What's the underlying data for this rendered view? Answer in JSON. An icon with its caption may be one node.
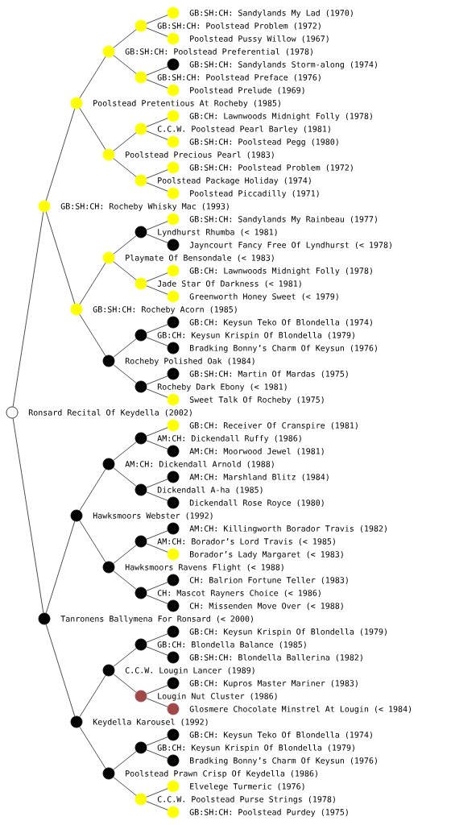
{
  "diagram": {
    "nodes": [
      {
        "text": [],
        "shape": "circle",
        "beside": [
          "GB:SH:CH: Sandylands My Lad (1970)"
        ]
      },
      {
        "text": [],
        "shape": "circle"
      },
      {
        "text": [],
        "shape": "circle",
        "beside": [
          "Poolstead Pussy Willow (1967)"
        ]
      },
      {
        "text": [],
        "shape": "circle"
      },
      {
        "text": [],
        "shape": "circle",
        "beside": [
          "GB:SH:CH: Sandylands Storm-along (1974)"
        ]
      },
      {
        "text": [],
        "shape": "circle"
      },
      {
        "text": [],
        "shape": "circle",
        "beside": [
          "Poolstead Prelude (1969)"
        ]
      },
      {
        "text": [],
        "shape": "circle"
      },
      {
        "text": [],
        "shape": "circle",
        "beside": [
          "GB:CH: Lawnwoods Midnight Folly (1978)"
        ]
      },
      {
        "text": [],
        "shape": "circle"
      },
      {
        "text": [],
        "shape": "circle",
        "beside": [
          "GB:SH:CH: Poolstead Pegg (1980)"
        ]
      },
      {
        "text": [],
        "shape": "circle"
      },
      {
        "text": [],
        "shape": "circle",
        "beside": [
          "GB:SH:CH: Poolstead Problem (1972)"
        ]
      },
      {
        "text": [],
        "shape": "circle"
      },
      {
        "text": [],
        "shape": "circle",
        "beside": [
          "Poolstead Piccadilly (1971)"
        ]
      },
      {
        "text": [],
        "shape": "circle"
      },
      {
        "text": [],
        "shape": "circle",
        "beside": [
          "GB:SH:CH: Sandylands My Rainbeau (1977)"
        ]
      },
      {
        "text": [],
        "shape": "circle"
      },
      {
        "text": [],
        "shape": "circle",
        "beside": [
          "Jayncourt Fancy Free Of Lyndhurst (< 1978)"
        ]
      },
      {
        "text": [],
        "shape": "circle"
      },
      {
        "text": [],
        "shape": "circle",
        "beside": [
          "GB:CH: Lawnwoods Midnight Folly (1978)"
        ]
      },
      {
        "text": [],
        "shape": "circle"
      },
      {
        "text": [],
        "shape": "circle",
        "beside": [
          "Greenworth Honey Sweet (< 1979)"
        ]
      },
      {
        "text": [],
        "shape": "circle"
      },
      {
        "text": [],
        "shape": "circle",
        "beside": [
          "GB:CH: Keysun Teko Of Blondella (1974)"
        ]
      },
      {
        "text": [],
        "shape": "circle"
      },
      {
        "text": [],
        "shape": "circle",
        "beside": [
          "Bradking Bonny’s Charm Of Keysun (1976)"
        ]
      },
      {
        "text": [],
        "shape": "circle"
      },
      {
        "text": [],
        "shape": "circle",
        "beside": [
          "GB:SH:CH: Martin Of Mardas (1975)"
        ]
      },
      {
        "text": [],
        "shape": "circle"
      },
      {
        "text": [],
        "shape": "circle",
        "beside": [
          "Sweet Talk Of Rocheby (1975)"
        ]
      },
      {
        "text": [],
        "shape": "circle"
      },
      {
        "text": [],
        "shape": "circle",
        "beside": [
          "GB:CH: Receiver Of Cranspire (1981)"
        ]
      },
      {
        "text": [],
        "shape": "circle"
      },
      {
        "text": [],
        "shape": "circle",
        "beside": [
          "AM:CH: Moorwood Jewel (1981)"
        ]
      },
      {
        "text": [],
        "shape": "circle"
      },
      {
        "text": [],
        "shape": "circle",
        "beside": [
          "AM:CH: Marshland Blitz (1984)"
        ]
      },
      {
        "text": [],
        "shape": "circle"
      },
      {
        "text": [],
        "shape": "circle",
        "beside": [
          "Dickendall Rose Royce (1980)"
        ]
      },
      {
        "text": [],
        "shape": "circle"
      },
      {
        "text": [],
        "shape": "circle",
        "beside": [
          "AM:CH: Killingworth Borador Travis (1982)"
        ]
      },
      {
        "text": [],
        "shape": "circle"
      },
      {
        "text": [],
        "shape": "circle",
        "beside": [
          "Borador’s Lady Margaret (< 1983)"
        ]
      },
      {
        "text": [],
        "shape": "circle"
      },
      {
        "text": [],
        "shape": "circle",
        "beside": [
          "CH: Balrion Fortune Teller (1983)"
        ]
      },
      {
        "text": [],
        "shape": "circle"
      },
      {
        "text": [],
        "shape": "circle",
        "beside": [
          "CH: Missenden Move Over (< 1988)"
        ]
      },
      {
        "text": [],
        "shape": "circle"
      },
      {
        "text": [],
        "shape": "circle",
        "beside": [
          "GB:CH: Keysun Krispin Of Blondella (1979)"
        ]
      },
      {
        "text": [],
        "shape": "circle"
      },
      {
        "text": [],
        "shape": "circle",
        "beside": [
          "GB:SH:CH: Blondella Ballerina (1982)"
        ]
      },
      {
        "text": [],
        "shape": "circle"
      },
      {
        "text": [],
        "shape": "circle",
        "beside": [
          "GB:CH: Kupros Master Mariner (1983)"
        ]
      },
      {
        "text": [],
        "shape": "circle"
      },
      {
        "text": [],
        "shape": "circle",
        "beside": [
          "Glosmere Chocolate Minstrel At Lougin (< 1984)"
        ]
      },
      {
        "text": [],
        "shape": "circle"
      },
      {
        "text": [],
        "shape": "circle",
        "beside": [
          "GB:CH: Keysun Teko Of Blondella (1974)"
        ]
      },
      {
        "text": [],
        "shape": "circle"
      },
      {
        "text": [],
        "shape": "circle",
        "beside": [
          "Bradking Bonny’s Charm Of Keysun (1976)"
        ]
      },
      {
        "text": [],
        "shape": "circle"
      },
      {
        "text": [],
        "shape": "circle",
        "beside": [
          "Elvelege Turmeric (1976)"
        ]
      },
      {
        "text": [],
        "shape": "circle"
      },
      {
        "text": [],
        "shape": "circle",
        "beside": [
          "GB:SH:CH: Poolstead Purdey (1975)"
        ]
      }
    ],
    "edges": [
      {
        "from": 1,
        "to": 0,
        "arrow": "none"
      },
      {
        "from": 3,
        "to": 1,
        "arrow": "none"
      },
      {
        "from": 1,
        "to": 2,
        "arrow": "none"
      },
      {
        "from": 7,
        "to": 3,
        "arrow": "none"
      },
      {
        "from": 5,
        "to": 4,
        "arrow": "none"
      },
      {
        "from": 3,
        "to": 5,
        "arrow": "none"
      },
      {
        "from": 5,
        "to": 6,
        "arrow": "none"
      },
      {
        "from": 15,
        "to": 7,
        "arrow": "none"
      },
      {
        "from": 9,
        "to": 8,
        "arrow": "none"
      },
      {
        "from": 11,
        "to": 9,
        "arrow": "none"
      },
      {
        "from": 9,
        "to": 10,
        "arrow": "none"
      },
      {
        "from": 7,
        "to": 11,
        "arrow": "none"
      },
      {
        "from": 13,
        "to": 12,
        "arrow": "none"
      },
      {
        "from": 11,
        "to": 13,
        "arrow": "none"
      },
      {
        "from": 13,
        "to": 14,
        "arrow": "none"
      },
      {
        "from": 31,
        "to": 15,
        "arrow": "none"
      },
      {
        "from": 17,
        "to": 16,
        "arrow": "none"
      },
      {
        "from": 19,
        "to": 17,
        "arrow": "none"
      },
      {
        "from": 17,
        "to": 18,
        "arrow": "none"
      },
      {
        "from": 23,
        "to": 19,
        "arrow": "none"
      },
      {
        "from": 21,
        "to": 20,
        "arrow": "none"
      },
      {
        "from": 19,
        "to": 21,
        "arrow": "none"
      },
      {
        "from": 21,
        "to": 22,
        "arrow": "none"
      },
      {
        "from": 15,
        "to": 23,
        "arrow": "none"
      },
      {
        "from": 25,
        "to": 24,
        "arrow": "none"
      },
      {
        "from": 27,
        "to": 25,
        "arrow": "none"
      },
      {
        "from": 25,
        "to": 26,
        "arrow": "none"
      },
      {
        "from": 23,
        "to": 27,
        "arrow": "none"
      },
      {
        "from": 29,
        "to": 28,
        "arrow": "none"
      },
      {
        "from": 27,
        "to": 29,
        "arrow": "none"
      },
      {
        "from": 29,
        "to": 30,
        "arrow": "none"
      },
      {
        "from": 33,
        "to": 32,
        "arrow": "none"
      },
      {
        "from": 35,
        "to": 33,
        "arrow": "none"
      },
      {
        "from": 33,
        "to": 34,
        "arrow": "none"
      },
      {
        "from": 39,
        "to": 35,
        "arrow": "none"
      },
      {
        "from": 37,
        "to": 36,
        "arrow": "none"
      },
      {
        "from": 35,
        "to": 37,
        "arrow": "none"
      },
      {
        "from": 37,
        "to": 38,
        "arrow": "none"
      },
      {
        "from": 47,
        "to": 39,
        "arrow": "none"
      },
      {
        "from": 41,
        "to": 40,
        "arrow": "none"
      },
      {
        "from": 43,
        "to": 41,
        "arrow": "none"
      },
      {
        "from": 41,
        "to": 42,
        "arrow": "none"
      },
      {
        "from": 39,
        "to": 43,
        "arrow": "none"
      },
      {
        "from": 45,
        "to": 44,
        "arrow": "none"
      },
      {
        "from": 43,
        "to": 45,
        "arrow": "none"
      },
      {
        "from": 45,
        "to": 46,
        "arrow": "none"
      },
      {
        "from": 31,
        "to": 47,
        "arrow": "none"
      },
      {
        "from": 49,
        "to": 48,
        "arrow": "none"
      },
      {
        "from": 51,
        "to": 49,
        "arrow": "none"
      },
      {
        "from": 49,
        "to": 50,
        "arrow": "none"
      },
      {
        "from": 55,
        "to": 51,
        "arrow": "none"
      },
      {
        "from": 53,
        "to": 52,
        "arrow": "none"
      },
      {
        "from": 51,
        "to": 53,
        "arrow": "none"
      },
      {
        "from": 53,
        "to": 54,
        "arrow": "none"
      },
      {
        "from": 47,
        "to": 55,
        "arrow": "none"
      },
      {
        "from": 57,
        "to": 56,
        "arrow": "none"
      },
      {
        "from": 59,
        "to": 57,
        "arrow": "none"
      },
      {
        "from": 57,
        "to": 58,
        "arrow": "none"
      },
      {
        "from": 55,
        "to": 59,
        "arrow": "none"
      },
      {
        "from": 61,
        "to": 60,
        "arrow": "none"
      },
      {
        "from": 59,
        "to": 61,
        "arrow": "none"
      },
      {
        "from": 61,
        "to": 62,
        "arrow": "none"
      }
    ],
    "labels": [
      "GB:SH:CH: Poolstead Problem (1972)",
      "GB:SH:CH: Poolstead Preferential (1978)",
      "GB:SH:CH: Poolstead Preface (1976)",
      "Poolstead Pretentious At Rocheby (1985)",
      "C.C.W. Poolstead Pearl Barley (1981)",
      "Poolstead Precious Pearl (1983)",
      "Poolstead Package Holiday (1974)",
      "GB:SH:CH: Rocheby Whisky Mac (1993)",
      "Lyndhurst Rhumba (< 1981)",
      "Playmate Of Bensondale (< 1983)",
      "Jade Star Of Darkness (< 1981)",
      "GB:SH:CH: Rocheby Acorn (1985)",
      "GB:CH: Keysun Krispin Of Blondella (1979)",
      "Rocheby Polished Oak (1984)",
      "Rocheby Dark Ebony (< 1981)",
      "Ronsard Recital Of Keydella (2002)",
      "AM:CH: Dickendall Ruffy (1986)",
      "AM:CH: Dickendall Arnold (1988)",
      "Dickendall A-ha (1985)",
      "Hawksmoors Webster (1992)",
      "AM:CH: Borador’s Lord Travis (< 1985)",
      "Hawksmoors Ravens Flight (< 1988)",
      "CH: Mascot Rayners Choice (< 1986)",
      "Tanronens Ballymena For Ronsard (< 2000)",
      "GB:CH: Blondella Balance (1985)",
      "C.C.W. Lougin Lancer (1989)",
      "Lougin Nut Cluster (1986)",
      "Keydella Karousel (1992)",
      "GB:CH: Keysun Krispin Of Blondella (1979)",
      "Poolstead Prawn Crisp Of Keydella (1986)",
      "C.C.W. Poolstead Purse Strings (1978)"
    ]
  }
}
